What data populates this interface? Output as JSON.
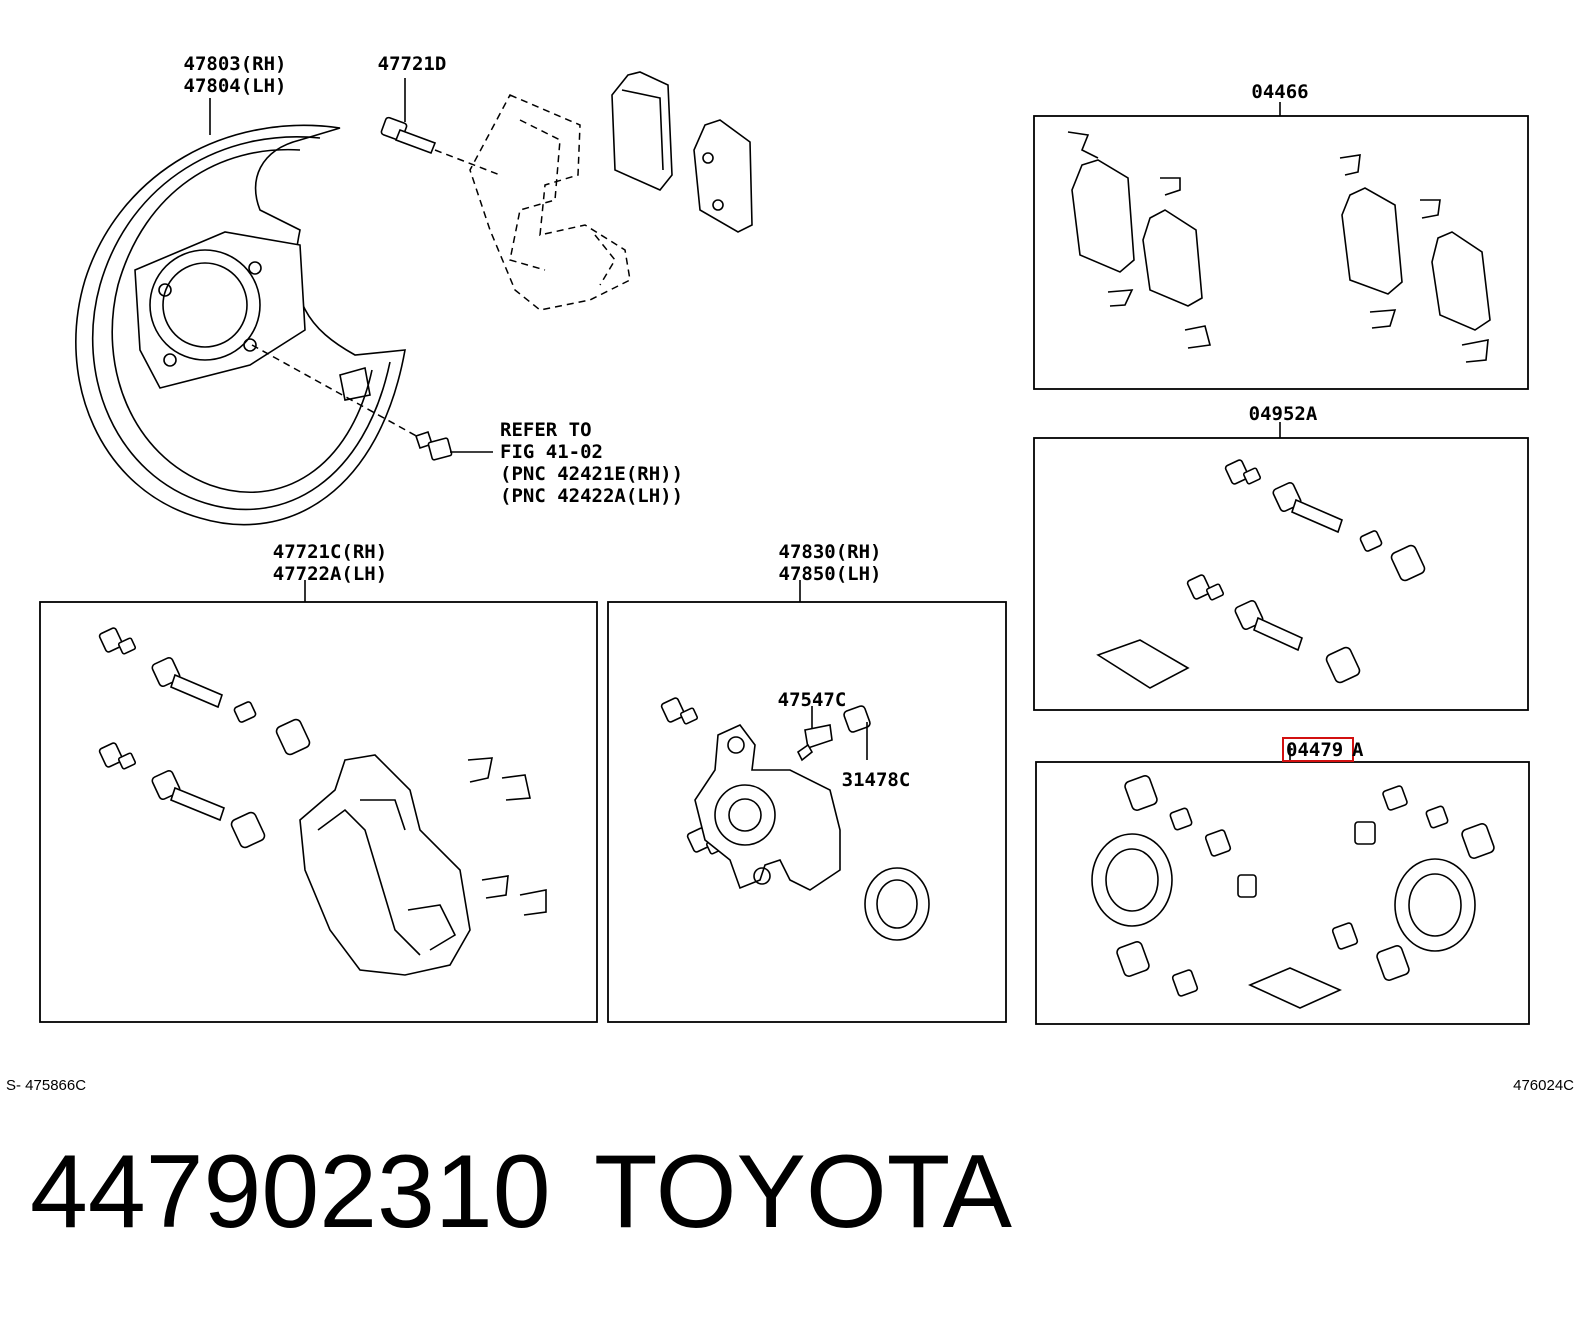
{
  "labels": {
    "shield_rh": "47803(RH)",
    "shield_lh": "47804(LH)",
    "bolt": "47721D",
    "pad_kit": "04466",
    "refer_1": "REFER TO",
    "refer_2": "FIG 41-02",
    "refer_3": "(PNC 42421E(RH))",
    "refer_4": "(PNC 42422A(LH))",
    "guide_kit": "04952A",
    "mount_rh": "47721C(RH)",
    "mount_lh": "47722A(LH)",
    "caliper_rh": "47830(RH)",
    "caliper_lh": "47850(LH)",
    "bleeder": "47547C",
    "cap": "31478C",
    "cyl_kit_highlight": "04479",
    "cyl_kit_suffix": "A",
    "corner_left": "S- 475866C",
    "corner_right": "476024C"
  },
  "footer": {
    "part_number": "447902310",
    "brand": "TOYOTA"
  },
  "colors": {
    "line": "#000000",
    "highlight": "#d21010",
    "background": "#ffffff"
  }
}
